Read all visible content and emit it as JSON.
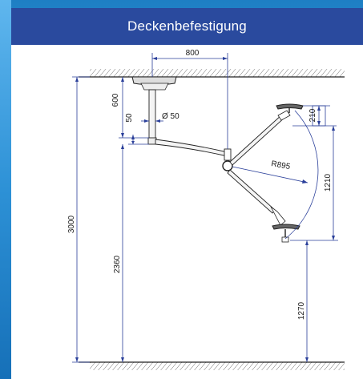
{
  "header": {
    "title": "Deckenbefestigung"
  },
  "dimensions": {
    "arm_offset": "800",
    "mount_height": "600",
    "tube_length": "50",
    "tube_diameter": "Ø 50",
    "radius": "R895",
    "head_height": "210",
    "swing_height": "1210",
    "total_height": "3000",
    "arm_height": "2360",
    "min_height": "1270"
  },
  "colors": {
    "header_bg": "#2a4a9e",
    "dim_line": "#2a3f9a",
    "drawing_line": "#222222",
    "hatch": "#555555"
  }
}
